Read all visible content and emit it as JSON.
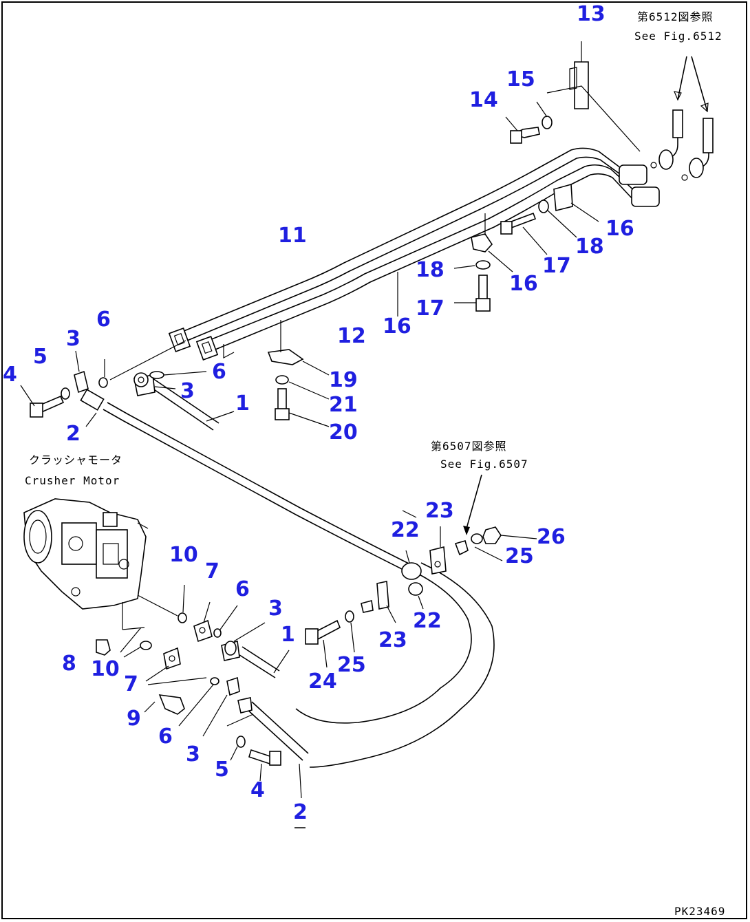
{
  "notes": {
    "ref_6512_jp": "第6512図参照",
    "ref_6512_en": "See Fig.6512",
    "ref_6507_jp": "第6507図参照",
    "ref_6507_en": "See Fig.6507",
    "motor_jp": "クラッシャモータ",
    "motor_en": "Crusher Motor",
    "sheet_code": "PK23469"
  },
  "callouts": [
    "1",
    "2",
    "3",
    "4",
    "5",
    "6",
    "7",
    "8",
    "9",
    "10",
    "11",
    "12",
    "13",
    "14",
    "15",
    "16",
    "17",
    "18",
    "19",
    "20",
    "21",
    "22",
    "23",
    "24",
    "25",
    "26"
  ],
  "colors": {
    "label": "#1f1fe0",
    "ink": "#000000",
    "paper": "#ffffff"
  }
}
